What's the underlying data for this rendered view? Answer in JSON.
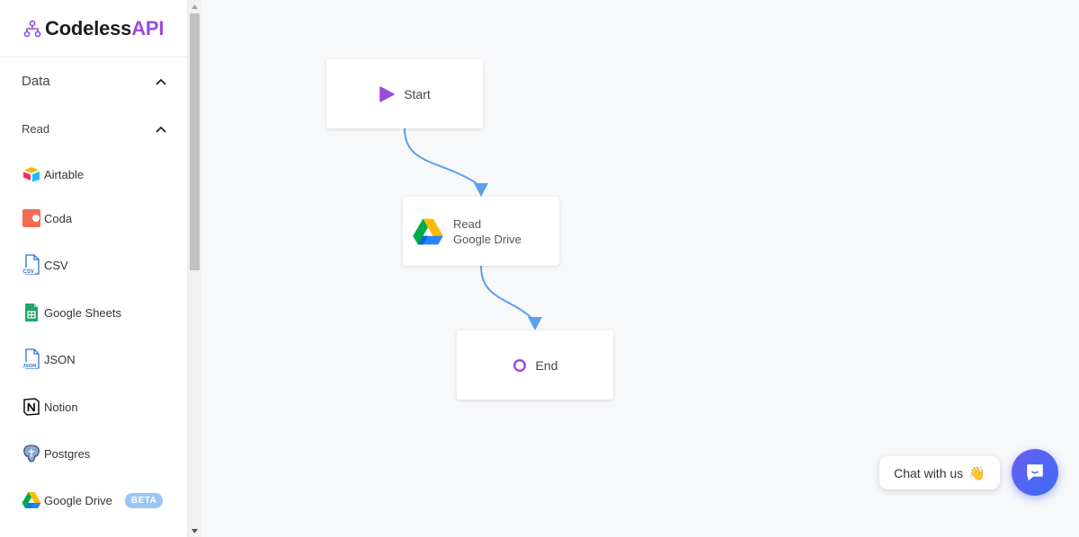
{
  "brand": {
    "name_main": "Codeless",
    "name_accent": "API"
  },
  "sidebar": {
    "sections": [
      {
        "label": "Data",
        "expanded": true
      },
      {
        "label": "Read",
        "expanded": true
      }
    ],
    "items": [
      {
        "label": "Airtable",
        "icon": "airtable-icon"
      },
      {
        "label": "Coda",
        "icon": "coda-icon"
      },
      {
        "label": "CSV",
        "icon": "csv-file-icon"
      },
      {
        "label": "Google Sheets",
        "icon": "google-sheets-icon"
      },
      {
        "label": "JSON",
        "icon": "json-file-icon"
      },
      {
        "label": "Notion",
        "icon": "notion-icon"
      },
      {
        "label": "Postgres",
        "icon": "postgres-icon"
      },
      {
        "label": "Google Drive",
        "icon": "google-drive-icon",
        "badge": "BETA"
      }
    ]
  },
  "flow": {
    "nodes": [
      {
        "id": "start",
        "label": "Start",
        "icon": "play-icon"
      },
      {
        "id": "read",
        "label_line1": "Read",
        "label_line2": "Google Drive",
        "icon": "google-drive-icon"
      },
      {
        "id": "end",
        "label": "End",
        "icon": "circle-icon"
      }
    ]
  },
  "chat": {
    "label": "Chat with us",
    "emoji": "👋"
  },
  "colors": {
    "accent": "#9b4bd8",
    "edge": "#5aa0ec",
    "chat_button": "#4a66f5"
  }
}
